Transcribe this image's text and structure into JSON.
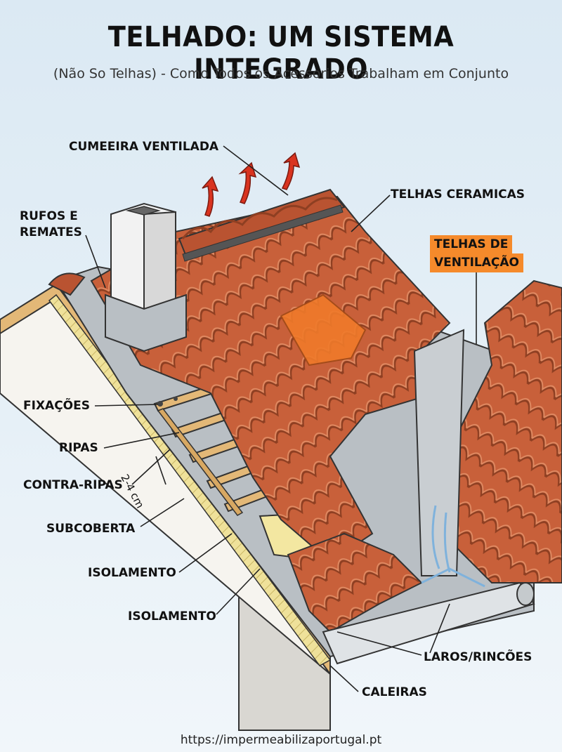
{
  "header": {
    "title": "TELHADO: UM SISTEMA INTEGRADO",
    "subtitle": "(Não So Telhas) - Como Todos os Acessorios Trabalham em Conjunto"
  },
  "labels": {
    "cumeeira": "CUMEEIRA VENTILADA",
    "telhas_ceramicas": "TELHAS CERAMICAS",
    "rufos_line1": "RUFOS E",
    "rufos_line2": "REMATES",
    "ventilacao_line1": "TELHAS DE",
    "ventilacao_line2": "VENTILAÇÃO",
    "fixacoes": "FIXAÇÕES",
    "ripas": "RIPAS",
    "contra_ripas": "CONTRA-RIPAS",
    "gap": "2-4 cm",
    "subcoberta": "SUBCOBERTA",
    "isolamento_1": "ISOLAMENTO",
    "isolamento_2": "ISOLAMENTO",
    "laros": "LAROS/RINCÕES",
    "caleiras": "CALEIRAS"
  },
  "footer": {
    "url": "https://impermeabilizaportugal.pt"
  },
  "colors": {
    "tile": "#c8603a",
    "tile_dark": "#9a4426",
    "tile_vent": "#f07a2a",
    "highlight": "#f58a2b",
    "membrane": "#b9bfc4",
    "insulation": "#f3e7a1",
    "wood": "#e3b877",
    "wall": "#f4f2ee",
    "arrow": "#d9331f",
    "water": "#7fb2dc"
  }
}
